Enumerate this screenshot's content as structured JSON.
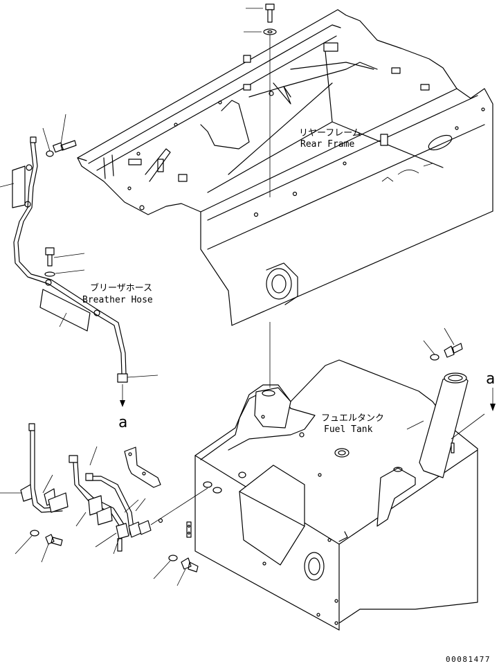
{
  "labels": {
    "rear_frame_jp": "リヤーフレーム",
    "rear_frame_en": "Rear Frame",
    "breather_hose_jp": "ブリーザホース",
    "breather_hose_en": "Breather Hose",
    "fuel_tank_jp": "フュエルタンク",
    "fuel_tank_en": "Fuel Tank",
    "ref_a_left": "a",
    "ref_a_right": "a"
  },
  "drawing_number": "00081477"
}
